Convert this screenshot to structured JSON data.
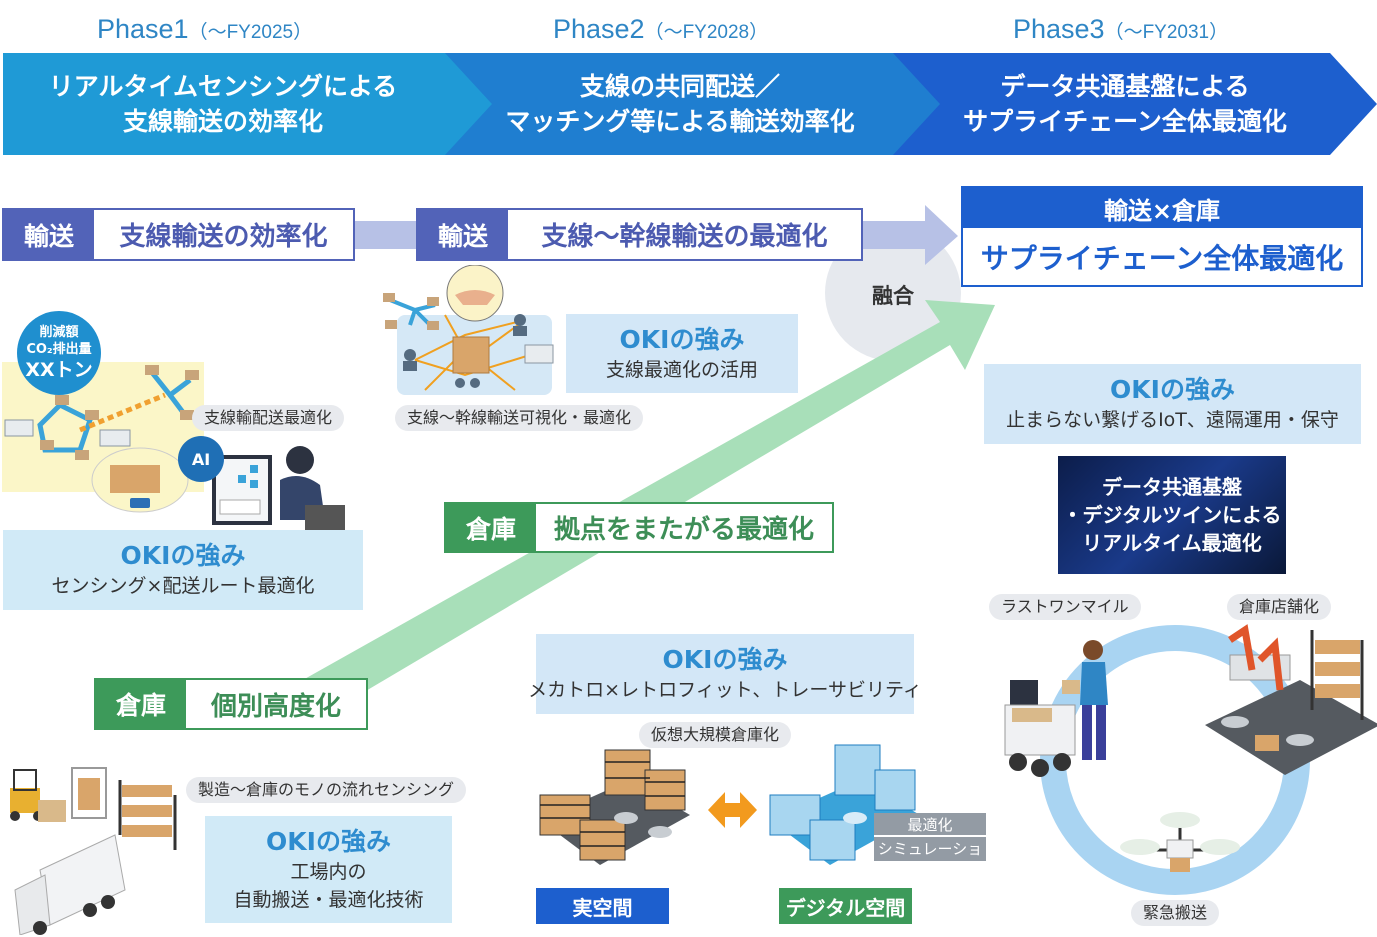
{
  "phases": [
    {
      "label": "Phase1",
      "period": "（～FY2025）",
      "lines": [
        "リアルタイムセンシングによる",
        "支線輸送の効率化"
      ]
    },
    {
      "label": "Phase2",
      "period": "（～FY2028）",
      "lines": [
        "支線の共同配送／",
        "マッチング等による輸送効率化"
      ]
    },
    {
      "label": "Phase3",
      "period": "（～FY2031）",
      "lines": [
        "データ共通基盤による",
        "サプライチェーン全体最適化"
      ]
    }
  ],
  "colors": {
    "phase1": "#1f9ad6",
    "phase2": "#1f7ed0",
    "phase3": "#1d5fce",
    "transport": "#5263b8",
    "warehouse": "#3d9a5a",
    "goal": "#1d5fce",
    "strength_bg": "#d3e7f7",
    "strength_title": "#2e8ccf",
    "transport_arrow": "#b7c1e6",
    "warehouse_arrow": "#a8dfb9",
    "fusion_circle": "#e6e9ee"
  },
  "transport_tags": [
    {
      "category": "輸送",
      "title": "支線輸送の効率化"
    },
    {
      "category": "輸送",
      "title": "支線～幹線輸送の最適化"
    }
  ],
  "warehouse_tags": [
    {
      "category": "倉庫",
      "title": "拠点をまたがる最適化"
    },
    {
      "category": "倉庫",
      "title": "個別高度化"
    }
  ],
  "goal": {
    "category": "輸送×倉庫",
    "title": "サプライチェーン全体最適化"
  },
  "fusion_label": "融合",
  "co2_badge": {
    "line1": "削減額",
    "line2": "CO₂排出量",
    "line3": "XXトン"
  },
  "ai_label": "AI",
  "strengths": [
    {
      "title": "OKIの強み",
      "body": [
        "センシング×配送ルート最適化"
      ]
    },
    {
      "title": "OKIの強み",
      "body": [
        "支線最適化の活用"
      ]
    },
    {
      "title": "OKIの強み",
      "body": [
        "止まらない繋げるIoT、遠隔運用・保守"
      ]
    },
    {
      "title": "OKIの強み",
      "body": [
        "メカトロ×レトロフィット、トレーサビリティ"
      ]
    },
    {
      "title": "OKIの強み",
      "body": [
        "工場内の",
        "自動搬送・最適化技術"
      ]
    }
  ],
  "pills": {
    "branch_delivery": "支線輸配送最適化",
    "trunk_visualization": "支線～幹線輸送可視化・最適化",
    "virtual_warehouse": "仮想大規模倉庫化",
    "factory_sensing": "製造～倉庫のモノの流れセンシング",
    "last_one_mile": "ラストワンマイル",
    "warehouse_store": "倉庫店舗化",
    "emergency": "緊急搬送"
  },
  "data_platform": {
    "lines": [
      "データ共通基盤",
      "・デジタルツインによる",
      "リアルタイム最適化"
    ]
  },
  "real_space_label": "実空間",
  "digital_space_label": "デジタル空間",
  "sim_labels": [
    "最適化",
    "シミュレーション"
  ]
}
